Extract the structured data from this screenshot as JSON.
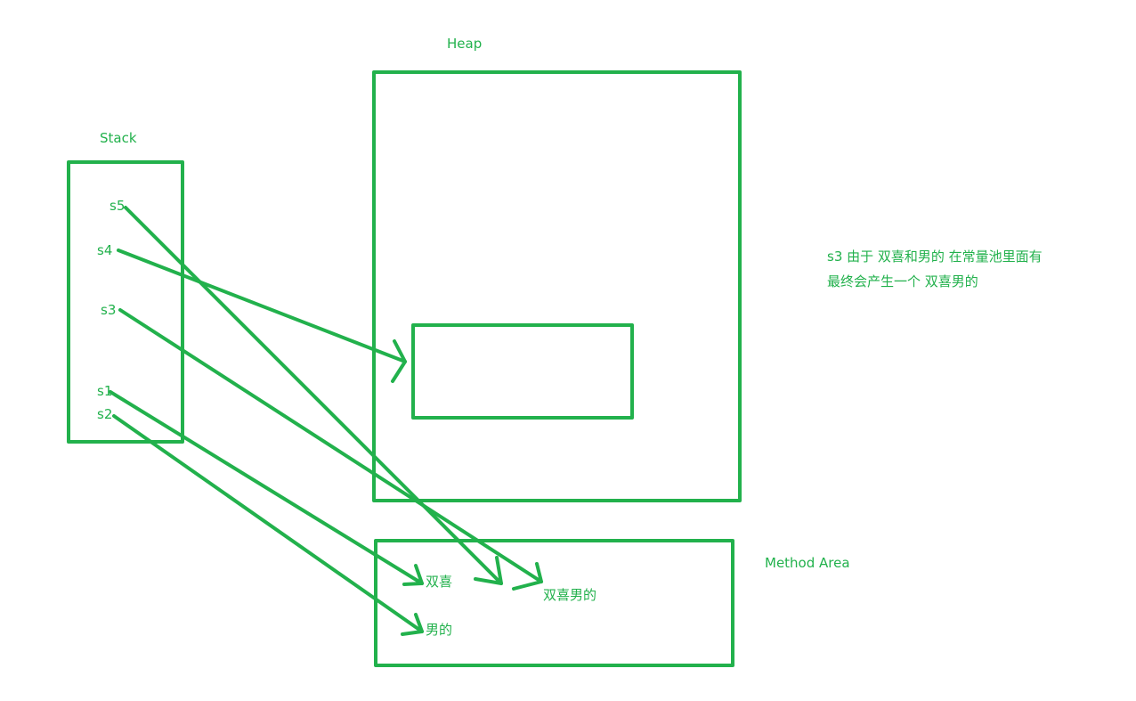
{
  "regions": {
    "heap_label": "Heap",
    "stack_label": "Stack",
    "method_area_label": "Method Area"
  },
  "stack_vars": {
    "s5": "s5",
    "s4": "s4",
    "s3": "s3",
    "s1": "s1",
    "s2": "s2"
  },
  "constant_pool": {
    "shuangxi": "双喜",
    "nande": "男的",
    "shuangxi_nande": "双喜男的"
  },
  "note": {
    "line1": "s3 由于 双喜和男的 在常量池里面有",
    "line2": "最终会产生一个 双喜男的"
  },
  "colors": {
    "stroke": "#22b14c",
    "text": "#22b14c",
    "background": "#ffffff"
  }
}
